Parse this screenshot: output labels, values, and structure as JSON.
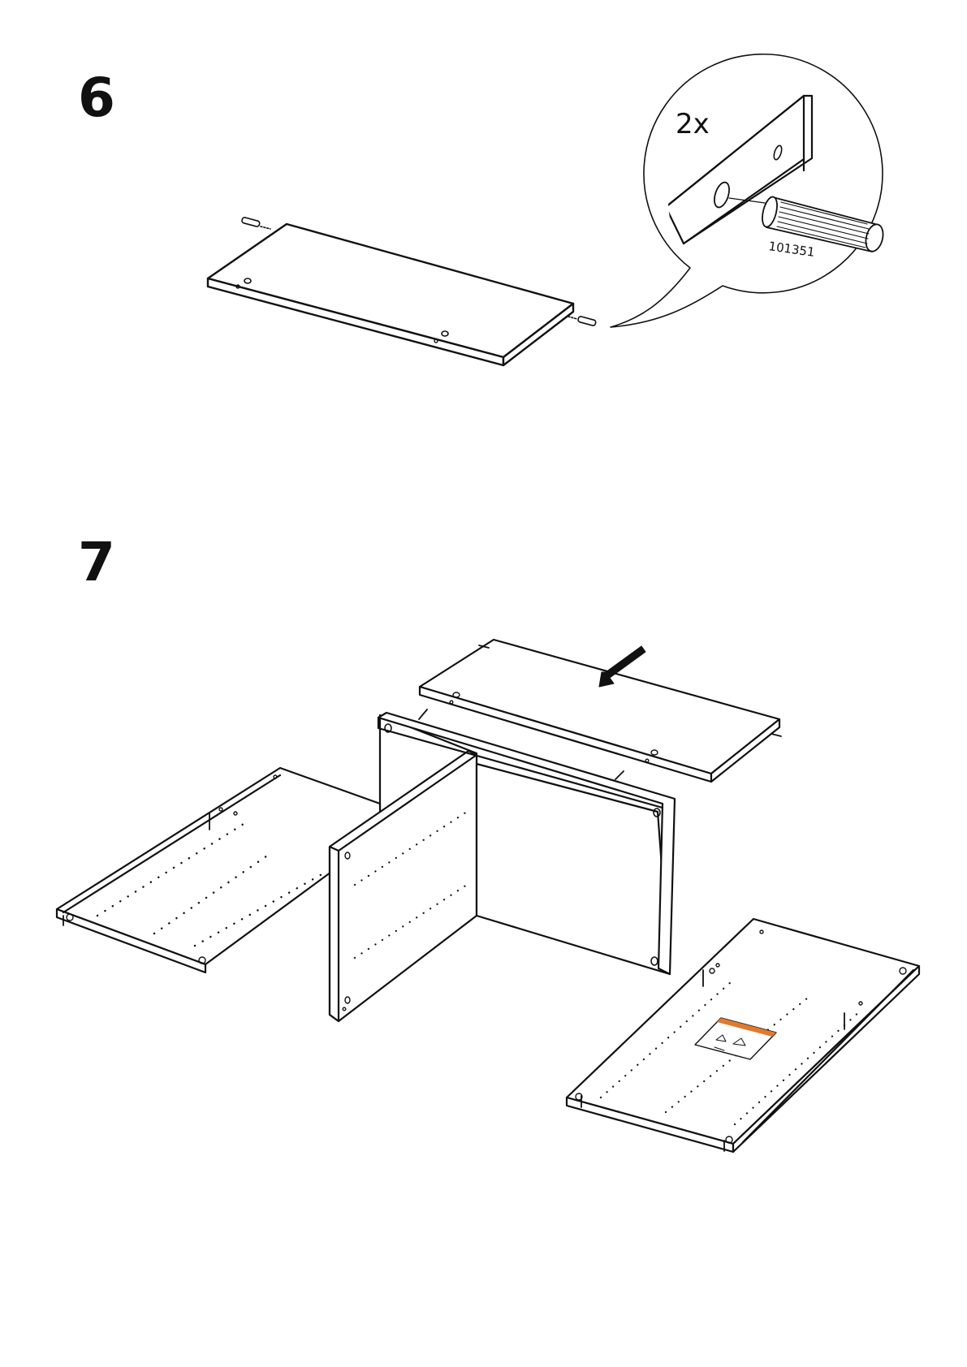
{
  "steps": [
    {
      "number": "6",
      "detail": {
        "quantity": "2x",
        "part_number": "101351",
        "part_icon": "wooden-dowel"
      }
    },
    {
      "number": "7",
      "direction_icon": "insert-arrow"
    }
  ]
}
